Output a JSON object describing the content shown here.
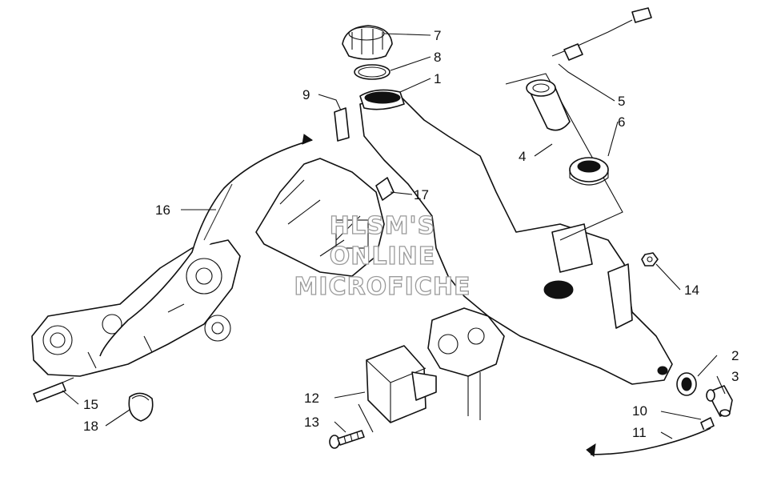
{
  "diagram": {
    "callouts": [
      {
        "id": "c1",
        "label": "1"
      },
      {
        "id": "c2",
        "label": "2"
      },
      {
        "id": "c3",
        "label": "3"
      },
      {
        "id": "c4",
        "label": "4"
      },
      {
        "id": "c5",
        "label": "5"
      },
      {
        "id": "c6",
        "label": "6"
      },
      {
        "id": "c7",
        "label": "7"
      },
      {
        "id": "c8",
        "label": "8"
      },
      {
        "id": "c9",
        "label": "9"
      },
      {
        "id": "c10",
        "label": "10"
      },
      {
        "id": "c11",
        "label": "11"
      },
      {
        "id": "c12",
        "label": "12"
      },
      {
        "id": "c13",
        "label": "13"
      },
      {
        "id": "c14",
        "label": "14"
      },
      {
        "id": "c15",
        "label": "15"
      },
      {
        "id": "c16",
        "label": "16"
      },
      {
        "id": "c17",
        "label": "17"
      },
      {
        "id": "c18",
        "label": "18"
      }
    ]
  },
  "watermark": {
    "line1": "HLSM'S",
    "line2": "ONLINE",
    "line3": "MICROFICHE"
  }
}
